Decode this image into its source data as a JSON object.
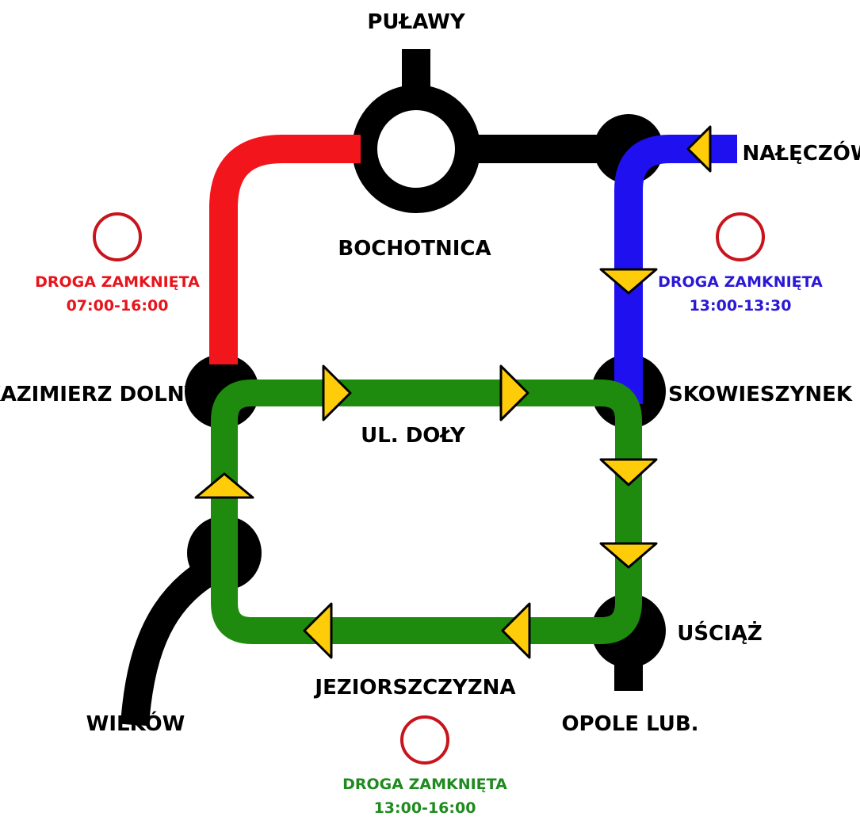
{
  "places": {
    "pulawy": "PUŁAWY",
    "naleczow": "NAŁĘCZÓW",
    "bochotnica": "BOCHOTNICA",
    "kazimierz": "KAZIMIERZ DOLNY",
    "skowieszynek": "SKOWIESZYNEK",
    "ul_doly": "UL. DOŁY",
    "usciaz": "UŚCIĄŻ",
    "jeziorszczyzna": "JEZIORSZCZYZNA",
    "wilkow": "WILKÓW",
    "opole": "OPOLE LUB."
  },
  "closures": [
    {
      "title": "DROGA ZAMKNIĘTA",
      "time": "07:00-16:00",
      "color": "#e8141c"
    },
    {
      "title": "DROGA ZAMKNIĘTA",
      "time": "13:00-13:30",
      "color": "#2b18d6"
    },
    {
      "title": "DROGA ZAMKNIĘTA",
      "time": "13:00-16:00",
      "color": "#1f8a1f"
    }
  ],
  "colors": {
    "road": "#000000",
    "closed_red": "#f2161c",
    "closed_blue": "#1f10f0",
    "detour_green": "#1e8a0e",
    "arrow": "#ffcc0a",
    "sign_ring": "#c8141c"
  },
  "icons": {
    "roundabout": "roundabout-icon",
    "junction": "junction-icon",
    "direction": "direction-arrow-icon",
    "no_entry": "no-vehicles-sign-icon"
  }
}
